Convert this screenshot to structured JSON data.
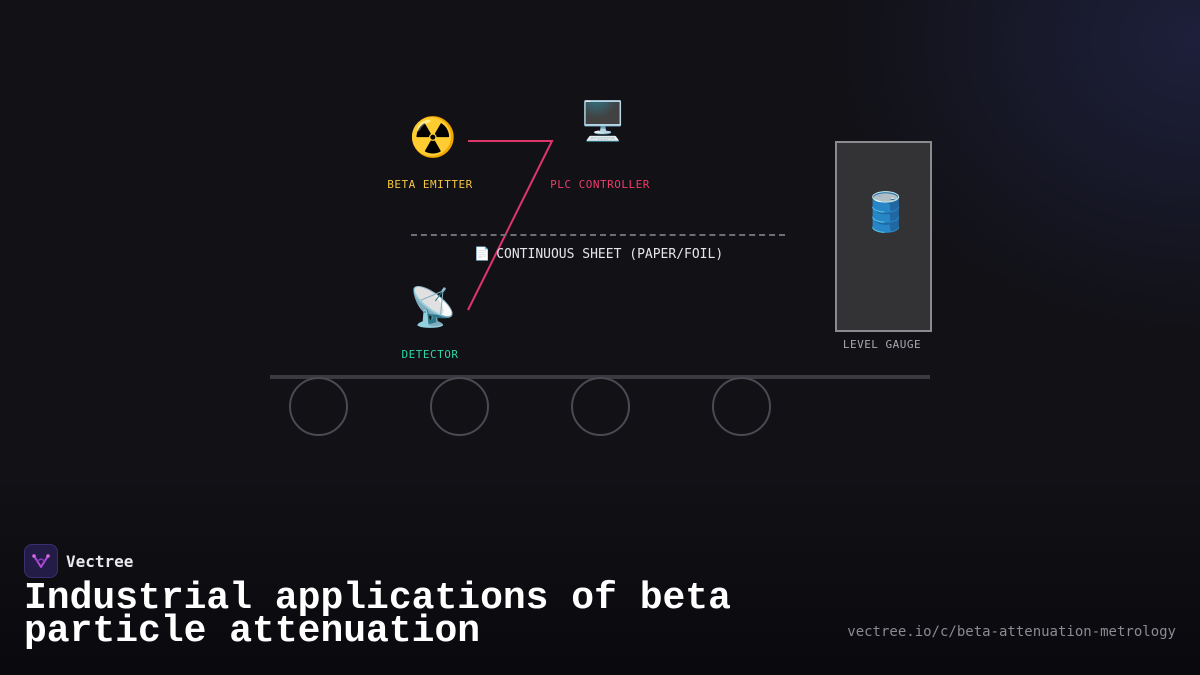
{
  "diagram": {
    "nodes": {
      "emitter": {
        "icon": "radioactive-icon",
        "glyph": "☢️",
        "label": "BETA EMITTER",
        "color": "#f5c542"
      },
      "plc": {
        "icon": "computer-icon",
        "glyph": "🖥️",
        "label": "PLC CONTROLLER",
        "color": "#ef3b6b"
      },
      "detector": {
        "icon": "satellite-dish-icon",
        "glyph": "📡",
        "label": "DETECTOR",
        "color": "#2fd6a6"
      },
      "gauge": {
        "icon": "oil-drum-icon",
        "glyph": "🛢️",
        "label": "LEVEL GAUGE",
        "color": "#a9a9b0"
      }
    },
    "sheet": {
      "icon": "document-icon",
      "glyph": "📄",
      "label": "CONTINUOUS SHEET (PAPER/FOIL)"
    },
    "signal_color": "#e0356a"
  },
  "brand": {
    "name": "Vectree"
  },
  "title": "Industrial applications of beta particle attenuation",
  "url": "vectree.io/c/beta-attenuation-metrology"
}
